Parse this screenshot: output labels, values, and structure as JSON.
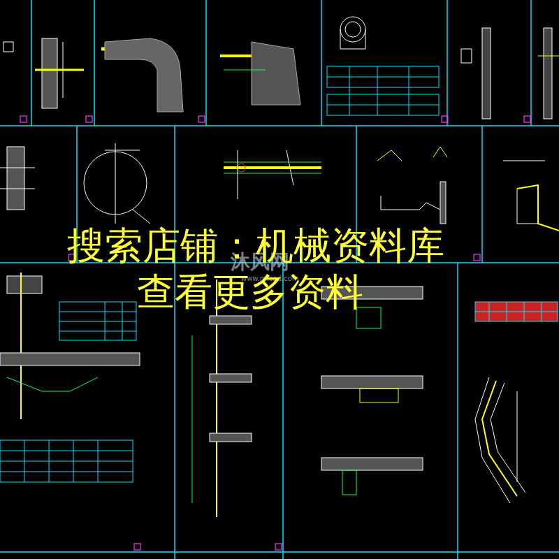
{
  "diagram": {
    "labels": [
      "搜索店铺：机械资料库",
      "查看更多资料",
      "沐风网",
      "www.mfcad.com"
    ]
  }
}
